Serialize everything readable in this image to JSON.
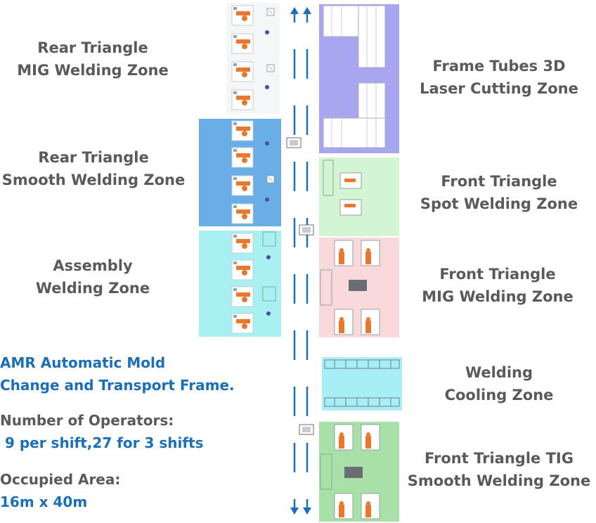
{
  "labels": {
    "rear_mig": [
      "Rear Triangle",
      "MIG Welding Zone"
    ],
    "rear_smooth": [
      "Rear Triangle",
      "Smooth Welding Zone"
    ],
    "assembly": [
      "Assembly",
      "Welding Zone"
    ],
    "laser": [
      "Frame Tubes 3D",
      "Laser Cutting Zone"
    ],
    "front_spot": [
      "Front Triangle",
      "Spot Welding Zone"
    ],
    "front_mig": [
      "Front Triangle",
      "MIG Welding Zone"
    ],
    "cooling": [
      "Welding",
      "Cooling Zone"
    ],
    "front_tig": [
      "Front Triangle TIG",
      "Smooth Welding Zone"
    ]
  },
  "info": {
    "amr": [
      "AMR Automatic Mold",
      "Change and Transport Frame."
    ],
    "operators_title": "Number of Operators:",
    "operators_value": " 9 per shift,27 for 3 shifts",
    "area_title": "Occupied Area:",
    "area_value": "16m x 40m"
  },
  "colors": {
    "zone_white": "#f5f6f7",
    "zone_blue": "#6aaee8",
    "zone_cyan": "#a9f0f3",
    "zone_purple": "#a9a6f0",
    "zone_green_light": "#d3f5d3",
    "zone_pink": "#f9d9dc",
    "zone_cyan2": "#a8eef5",
    "zone_green": "#a8e0a8",
    "arrow_blue": "#1a6fb8",
    "robot_orange": "#e8782e"
  }
}
